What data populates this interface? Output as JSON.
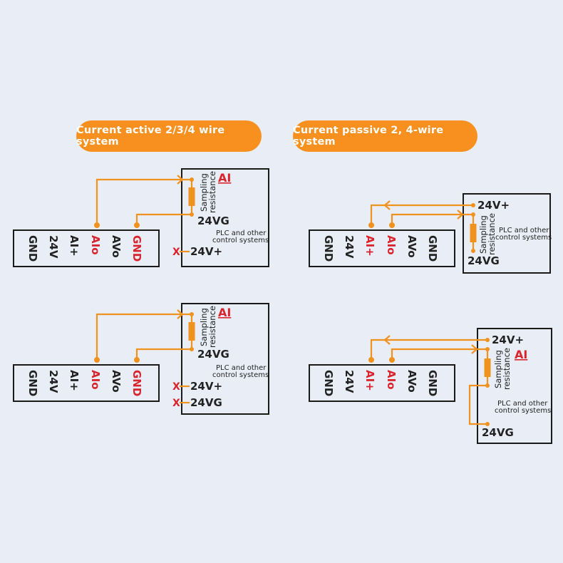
{
  "headings": {
    "active": "Current active 2/3/4 wire system",
    "passive": "Current passive 2, 4-wire system"
  },
  "colors": {
    "accent": "#f7901e",
    "wire": "#f0921e",
    "highlight_text": "#d9232d",
    "background": "#e9eef6",
    "outline": "#1a1a1a"
  },
  "terminals": [
    "GND",
    "24V",
    "AI+",
    "AIo",
    "AVo",
    "GND"
  ],
  "labels": {
    "sampling": "Sampling",
    "resistance": "resistance",
    "ai": "AI",
    "v24g": "24VG",
    "v24plus": "24V+",
    "plc_line1": "PLC and other",
    "plc_line2": "control systems",
    "not_connected": "X"
  },
  "diagrams": [
    {
      "id": "active-3wire",
      "highlighted_terminals": [
        "AIo",
        "GND"
      ],
      "unused_plc_pins": [
        "24V+"
      ]
    },
    {
      "id": "passive-2wire",
      "highlighted_terminals": [
        "AI+",
        "AIo"
      ],
      "unused_plc_pins": []
    },
    {
      "id": "active-2wire",
      "highlighted_terminals": [
        "AIo",
        "GND"
      ],
      "unused_plc_pins": [
        "24V+",
        "24VG"
      ]
    },
    {
      "id": "passive-4wire",
      "highlighted_terminals": [
        "AI+",
        "AIo"
      ],
      "unused_plc_pins": []
    }
  ]
}
